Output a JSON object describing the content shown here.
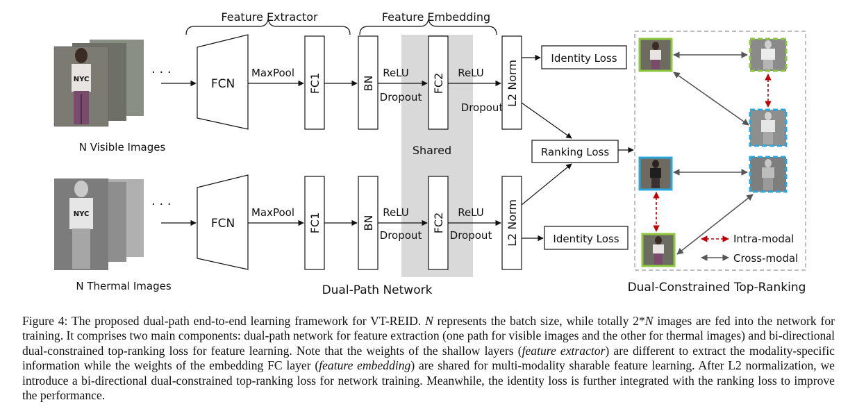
{
  "diagram": {
    "labels": {
      "feature_extractor": "Feature Extractor",
      "feature_embedding": "Feature Embedding",
      "visible_images": "N Visible Images",
      "thermal_images": "N Thermal Images",
      "fcn": "FCN",
      "maxpool": "MaxPool",
      "fc1": "FC1",
      "bn": "BN",
      "relu": "ReLU",
      "dropout": "Dropout",
      "fc2": "FC2",
      "l2norm": "L2 Norm",
      "shared": "Shared",
      "identity_loss": "Identity Loss",
      "ranking_loss": "Ranking Loss",
      "dual_path_network": "Dual-Path Network",
      "dual_constrained": "Dual-Constrained Top-Ranking",
      "intra_modal": "Intra-modal",
      "cross_modal": "Cross-modal",
      "nyc": "NYC"
    },
    "colors": {
      "visible_border": "#8dc63f",
      "thermal_border": "#29a8e0",
      "intra_modal_arrow": "#c00000",
      "cross_modal_arrow": "#555555",
      "shared_band": "#d9d9d9"
    }
  },
  "caption": {
    "figure_label": "Figure 4:",
    "s1": "The proposed dual-path end-to-end learning framework for VT-REID.",
    "n_var": "N",
    "s2": "represents the batch size, while totally 2*",
    "s3": "images are fed into the network for training. It comprises two main components: dual-path network for feature extraction (one path for visible images and the other for thermal images) and bi-directional dual-constrained top-ranking loss for feature learning. Note that the weights of the shallow layers (",
    "fe_italic": "feature extractor",
    "s4": ") are different to extract the modality-specific information while the weights of the embedding FC layer (",
    "emb_italic": "feature embedding",
    "s5": ") are shared for multi-modality sharable feature learning. After L2 normalization, we introduce a bi-directional dual-constrained top-ranking loss for network training. Meanwhile, the identity loss is further integrated with the ranking loss to improve the performance."
  }
}
